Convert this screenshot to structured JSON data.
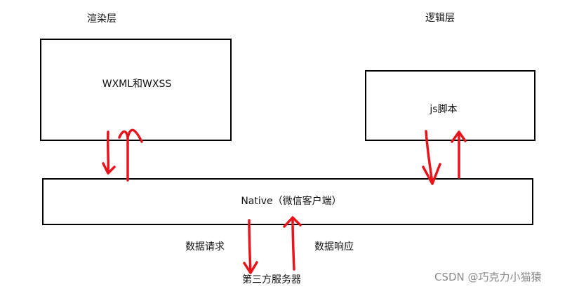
{
  "labels": {
    "render_layer": "渲染层",
    "logic_layer": "逻辑层",
    "data_request": "数据请求",
    "data_response": "数据响应",
    "third_party_server": "第三方服务器"
  },
  "boxes": {
    "wxml_wxss": "WXML和WXSS",
    "js_script": "js脚本",
    "native": "Native（微信客户端）"
  },
  "watermark": "CSDN @巧克力小猫猿",
  "colors": {
    "arrow": "#e8141b",
    "border": "#000000",
    "watermark": "#8a8a8a"
  }
}
